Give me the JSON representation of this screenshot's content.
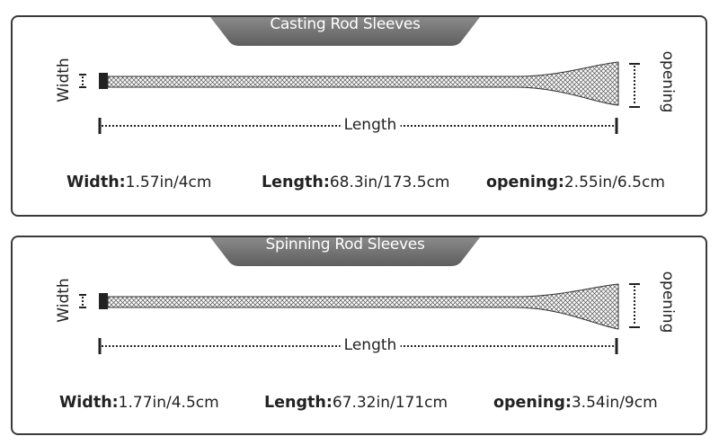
{
  "panels": [
    {
      "title": "Casting Rod Sleeves",
      "width_label": "Width",
      "length_label": "Length",
      "opening_label": "opening",
      "specs": {
        "width": {
          "key": "Width:",
          "value": "1.57in/4cm"
        },
        "length": {
          "key": "Length:",
          "value": "68.3in/173.5cm"
        },
        "opening": {
          "key": "opening:",
          "value": "2.55in/6.5cm"
        }
      }
    },
    {
      "title": "Spinning Rod Sleeves",
      "width_label": "Width",
      "length_label": "Length",
      "opening_label": "opening",
      "specs": {
        "width": {
          "key": "Width:",
          "value": "1.77in/4.5cm"
        },
        "length": {
          "key": "Length:",
          "value": "67.32in/171cm"
        },
        "opening": {
          "key": "opening:",
          "value": "3.54in/9cm"
        }
      }
    }
  ],
  "colors": {
    "border": "#3a3a3a",
    "tab_fill": "#6b6b6b",
    "mesh": "#444444"
  }
}
